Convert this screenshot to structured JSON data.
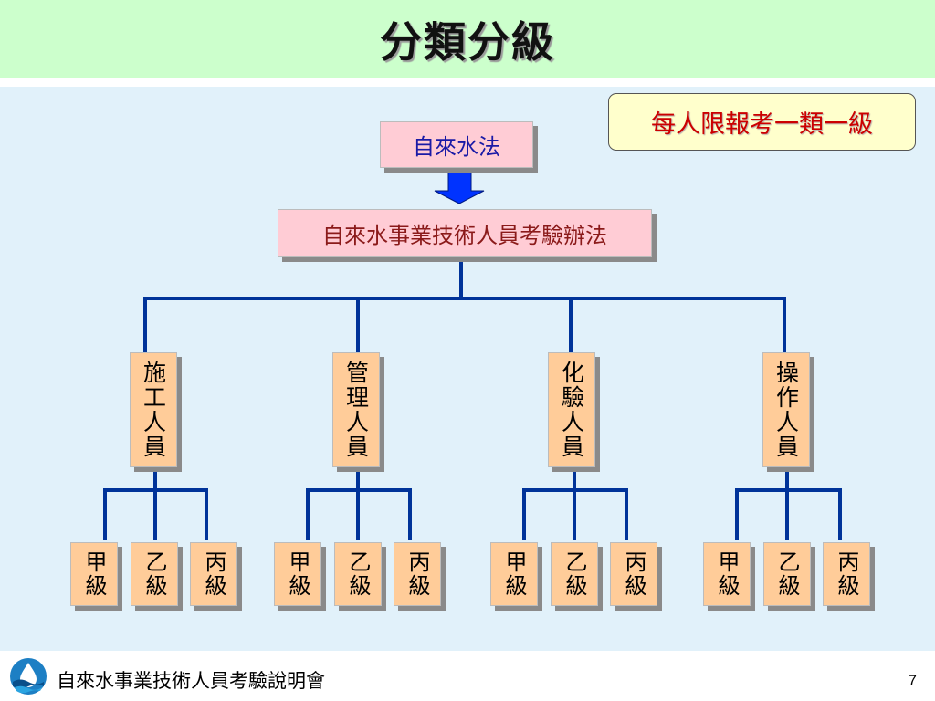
{
  "slide": {
    "title": "分類分級",
    "notice": "每人限報考一類一級",
    "footer_text": "自來水事業技術人員考驗說明會",
    "page_number": "7"
  },
  "diagram": {
    "root": "自來水法",
    "regulation": "自來水事業技術人員考驗辦法",
    "categories": [
      {
        "name": "施工人員",
        "grades": [
          "甲級",
          "乙級",
          "丙級"
        ]
      },
      {
        "name": "管理人員",
        "grades": [
          "甲級",
          "乙級",
          "丙級"
        ]
      },
      {
        "name": "化驗人員",
        "grades": [
          "甲級",
          "乙級",
          "丙級"
        ]
      },
      {
        "name": "操作人員",
        "grades": [
          "甲級",
          "乙級",
          "丙級"
        ]
      }
    ]
  },
  "colors": {
    "title_band": "#ccffcc",
    "content_bg": "#e1f1fa",
    "box_peach": "#ffcc99",
    "box_pink": "#ffccd5",
    "connector": "#003399",
    "arrow": "#0033ff",
    "notice_text": "#cc0000"
  }
}
